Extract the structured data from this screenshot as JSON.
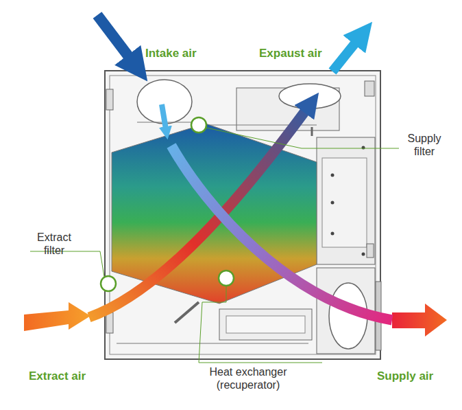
{
  "diagram": {
    "labels": [
      "Intake air",
      "Expaust air",
      "Supply filter",
      "Extract filter",
      "Extract air",
      "Heat exchanger (recuperator)",
      "Supply air"
    ]
  }
}
